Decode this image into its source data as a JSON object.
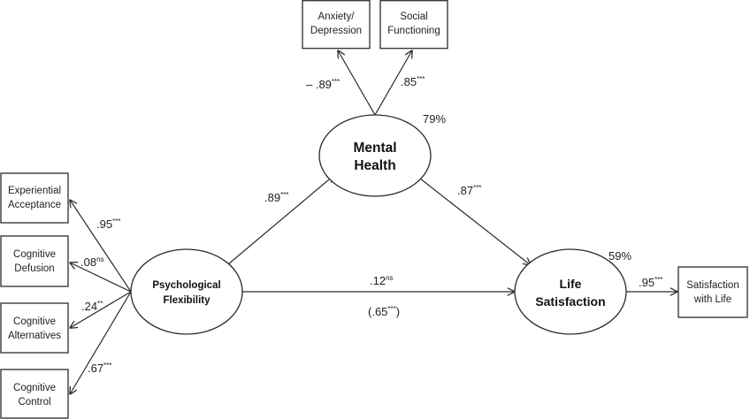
{
  "diagram": {
    "type": "structural-equation-model",
    "stroke_color": "#2a2a2a",
    "latents": {
      "psych_flex": {
        "lines": [
          "Psychological",
          "Flexibility"
        ]
      },
      "mental_health": {
        "lines": [
          "Mental",
          "Health"
        ],
        "r2": "79%"
      },
      "life_sat": {
        "lines": [
          "Life",
          "Satisfaction"
        ],
        "r2": "59%"
      }
    },
    "indicators": {
      "anxiety": {
        "lines": [
          "Anxiety/",
          "Depression"
        ]
      },
      "social": {
        "lines": [
          "Social",
          "Functioning"
        ]
      },
      "experiential": {
        "lines": [
          "Experiential",
          "Acceptance"
        ]
      },
      "defusion": {
        "lines": [
          "Cognitive",
          "Defusion"
        ]
      },
      "alternatives": {
        "lines": [
          "Cognitive",
          "Alternatives"
        ]
      },
      "control": {
        "lines": [
          "Cognitive",
          "Control"
        ]
      },
      "swl": {
        "lines": [
          "Satisfaction",
          "with Life"
        ]
      }
    },
    "paths": {
      "mh_anxiety": {
        "value": "– .89",
        "sig": "***"
      },
      "mh_social": {
        "value": ".85",
        "sig": "***"
      },
      "pf_experiential": {
        "value": ".95",
        "sig": "***"
      },
      "pf_defusion": {
        "value": ".08",
        "sig": "ns"
      },
      "pf_alternatives": {
        "value": ".24",
        "sig": "**"
      },
      "pf_control": {
        "value": ".67",
        "sig": "***"
      },
      "pf_mh": {
        "value": ".89",
        "sig": "***"
      },
      "mh_ls": {
        "value": ".87",
        "sig": "***"
      },
      "pf_ls": {
        "value": ".12",
        "sig": "ns"
      },
      "pf_ls_total": {
        "value": "(.65",
        "sig": "***",
        "close": ")"
      },
      "ls_swl": {
        "value": ".95",
        "sig": "***"
      }
    }
  }
}
